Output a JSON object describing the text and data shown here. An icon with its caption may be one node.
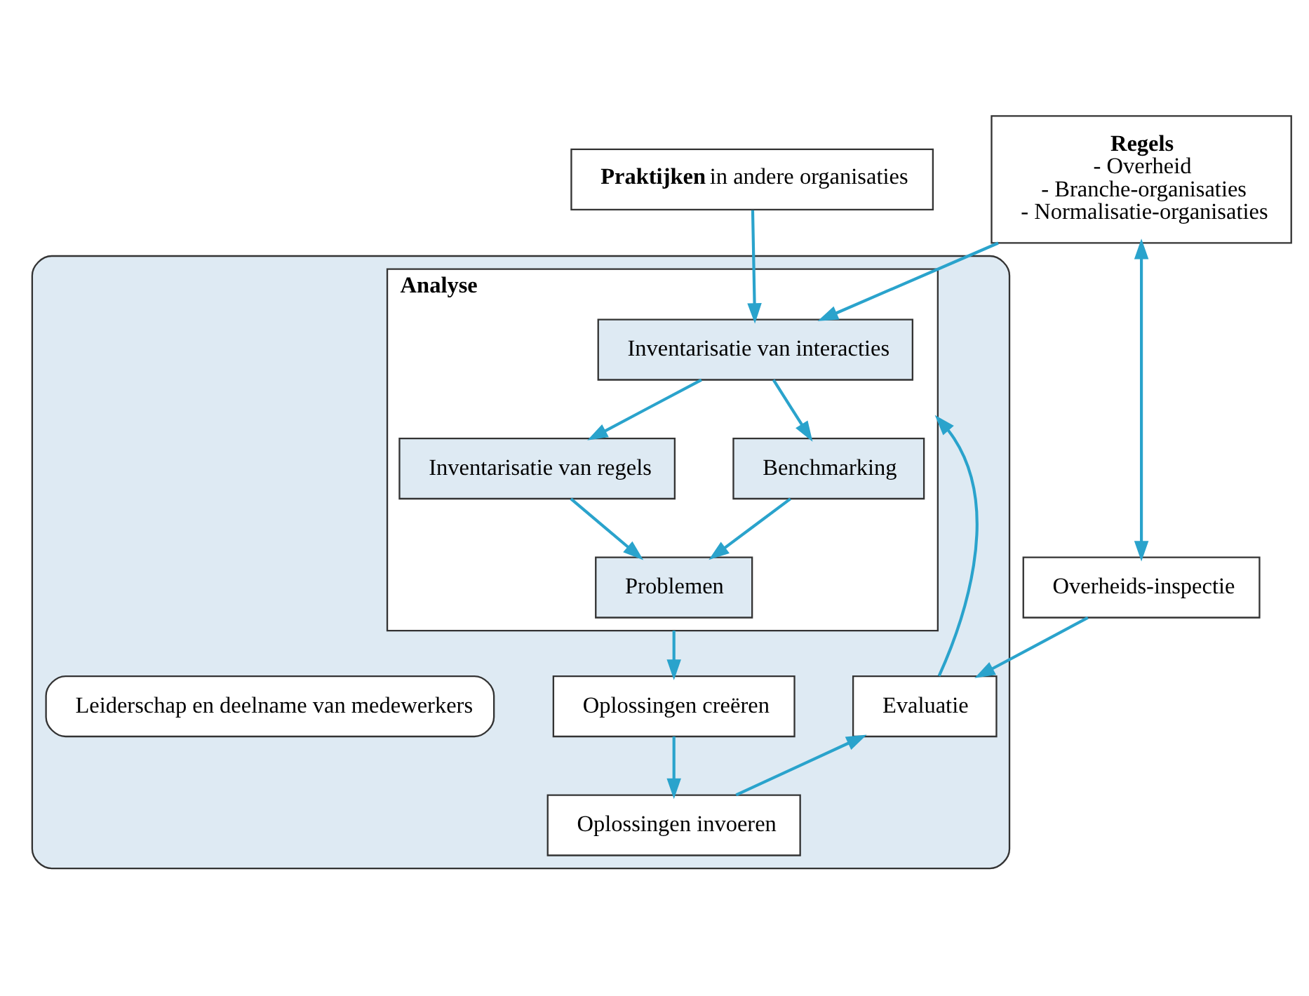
{
  "diagram": {
    "nodes": [
      {
        "text": [
          "Regels",
          "- Overheid",
          "- Branche-organisaties",
          "- Normalisatie-organisaties"
        ]
      },
      {
        "text": [
          "**Praktijken** in andere organisaties"
        ]
      },
      {
        "text": [],
        "shape": "box"
      },
      {
        "text": [
          "Analyse"
        ],
        "in": 2
      },
      {
        "text": [
          "Inventarisatie van interacties"
        ],
        "in": 3
      },
      {
        "text": [
          "Inventarisatie van regels"
        ],
        "in": 3
      },
      {
        "text": [
          "Benchmarking"
        ],
        "in": 3
      },
      {
        "text": [
          "Problemen"
        ],
        "in": 3
      },
      {
        "text": [
          "Overheids-inspectie"
        ]
      },
      {
        "text": [
          "Evaluatie"
        ],
        "in": 2
      },
      {
        "text": [
          "Leiderschap en deelname van medewerkers"
        ],
        "in": 2
      },
      {
        "text": [
          "Oplossingen creëren"
        ],
        "in": 2
      },
      {
        "text": [
          "Oplossingen invoeren"
        ],
        "in": 2
      }
    ],
    "edges": [
      {
        "from": 0,
        "to": 4,
        "arrow": "to"
      },
      {
        "from": 1,
        "to": 4,
        "arrow": "to"
      },
      {
        "from": 4,
        "to": 5,
        "arrow": "to"
      },
      {
        "from": 4,
        "to": 6,
        "arrow": "to"
      },
      {
        "from": 5,
        "to": 7,
        "arrow": "to"
      },
      {
        "from": 6,
        "to": 7,
        "arrow": "to"
      },
      {
        "from": 0,
        "to": 8,
        "arrow": "both"
      },
      {
        "from": 8,
        "to": 9,
        "arrow": "to"
      },
      {
        "from": 9,
        "to": 3,
        "arrow": "to"
      },
      {
        "from": 3,
        "to": 11,
        "arrow": "to"
      },
      {
        "from": 11,
        "to": 12,
        "arrow": "to"
      },
      {
        "from": 12,
        "to": 9,
        "arrow": "to"
      }
    ]
  }
}
